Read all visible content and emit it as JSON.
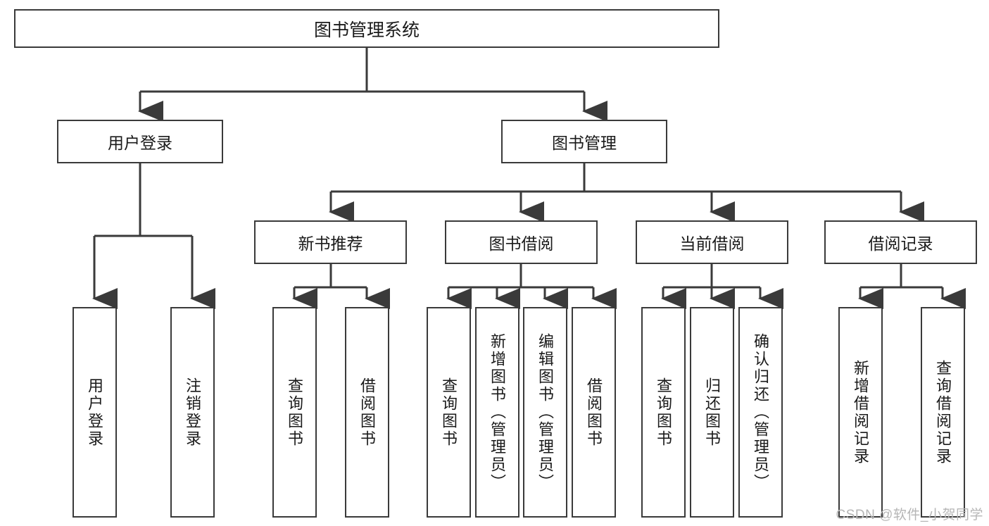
{
  "diagram": {
    "title": "图书管理系统",
    "type": "tree-hierarchy",
    "watermark": "CSDN @软件_小贺同学",
    "colors": {
      "box_border": "#3a3a3a",
      "box_fill": "#ffffff",
      "connector": "#3a3a3a",
      "text": "#1a1a1a",
      "watermark": "#b6b6b6"
    },
    "root": {
      "id": "root",
      "label": "图书管理系统"
    },
    "level2": [
      {
        "id": "user-login",
        "label": "用户登录"
      },
      {
        "id": "book-manage",
        "label": "图书管理"
      }
    ],
    "level3": [
      {
        "id": "new-book-recommend",
        "label": "新书推荐"
      },
      {
        "id": "book-borrow",
        "label": "图书借阅"
      },
      {
        "id": "current-borrow",
        "label": "当前借阅"
      },
      {
        "id": "borrow-record",
        "label": "借阅记录"
      }
    ],
    "leaves": [
      {
        "id": "leaf-user-login",
        "label": "用户登录",
        "parent": "user-login"
      },
      {
        "id": "leaf-logout-login",
        "label": "注销登录",
        "parent": "user-login"
      },
      {
        "id": "leaf-query-book-1",
        "label": "查询图书",
        "parent": "new-book-recommend"
      },
      {
        "id": "leaf-borrow-book-1",
        "label": "借阅图书",
        "parent": "new-book-recommend"
      },
      {
        "id": "leaf-query-book-2",
        "label": "查询图书",
        "parent": "book-borrow"
      },
      {
        "id": "leaf-add-book",
        "label": "新增图书（管理员）",
        "parent": "book-borrow"
      },
      {
        "id": "leaf-edit-book",
        "label": "编辑图书（管理员）",
        "parent": "book-borrow"
      },
      {
        "id": "leaf-borrow-book-2",
        "label": "借阅图书",
        "parent": "book-borrow"
      },
      {
        "id": "leaf-query-book-3",
        "label": "查询图书",
        "parent": "current-borrow"
      },
      {
        "id": "leaf-return-book",
        "label": "归还图书",
        "parent": "current-borrow"
      },
      {
        "id": "leaf-confirm-return",
        "label": "确认归还（管理员）",
        "parent": "current-borrow"
      },
      {
        "id": "leaf-add-record",
        "label": "新增借阅记录",
        "parent": "borrow-record"
      },
      {
        "id": "leaf-query-record",
        "label": "查询借阅记录",
        "parent": "borrow-record"
      }
    ]
  }
}
